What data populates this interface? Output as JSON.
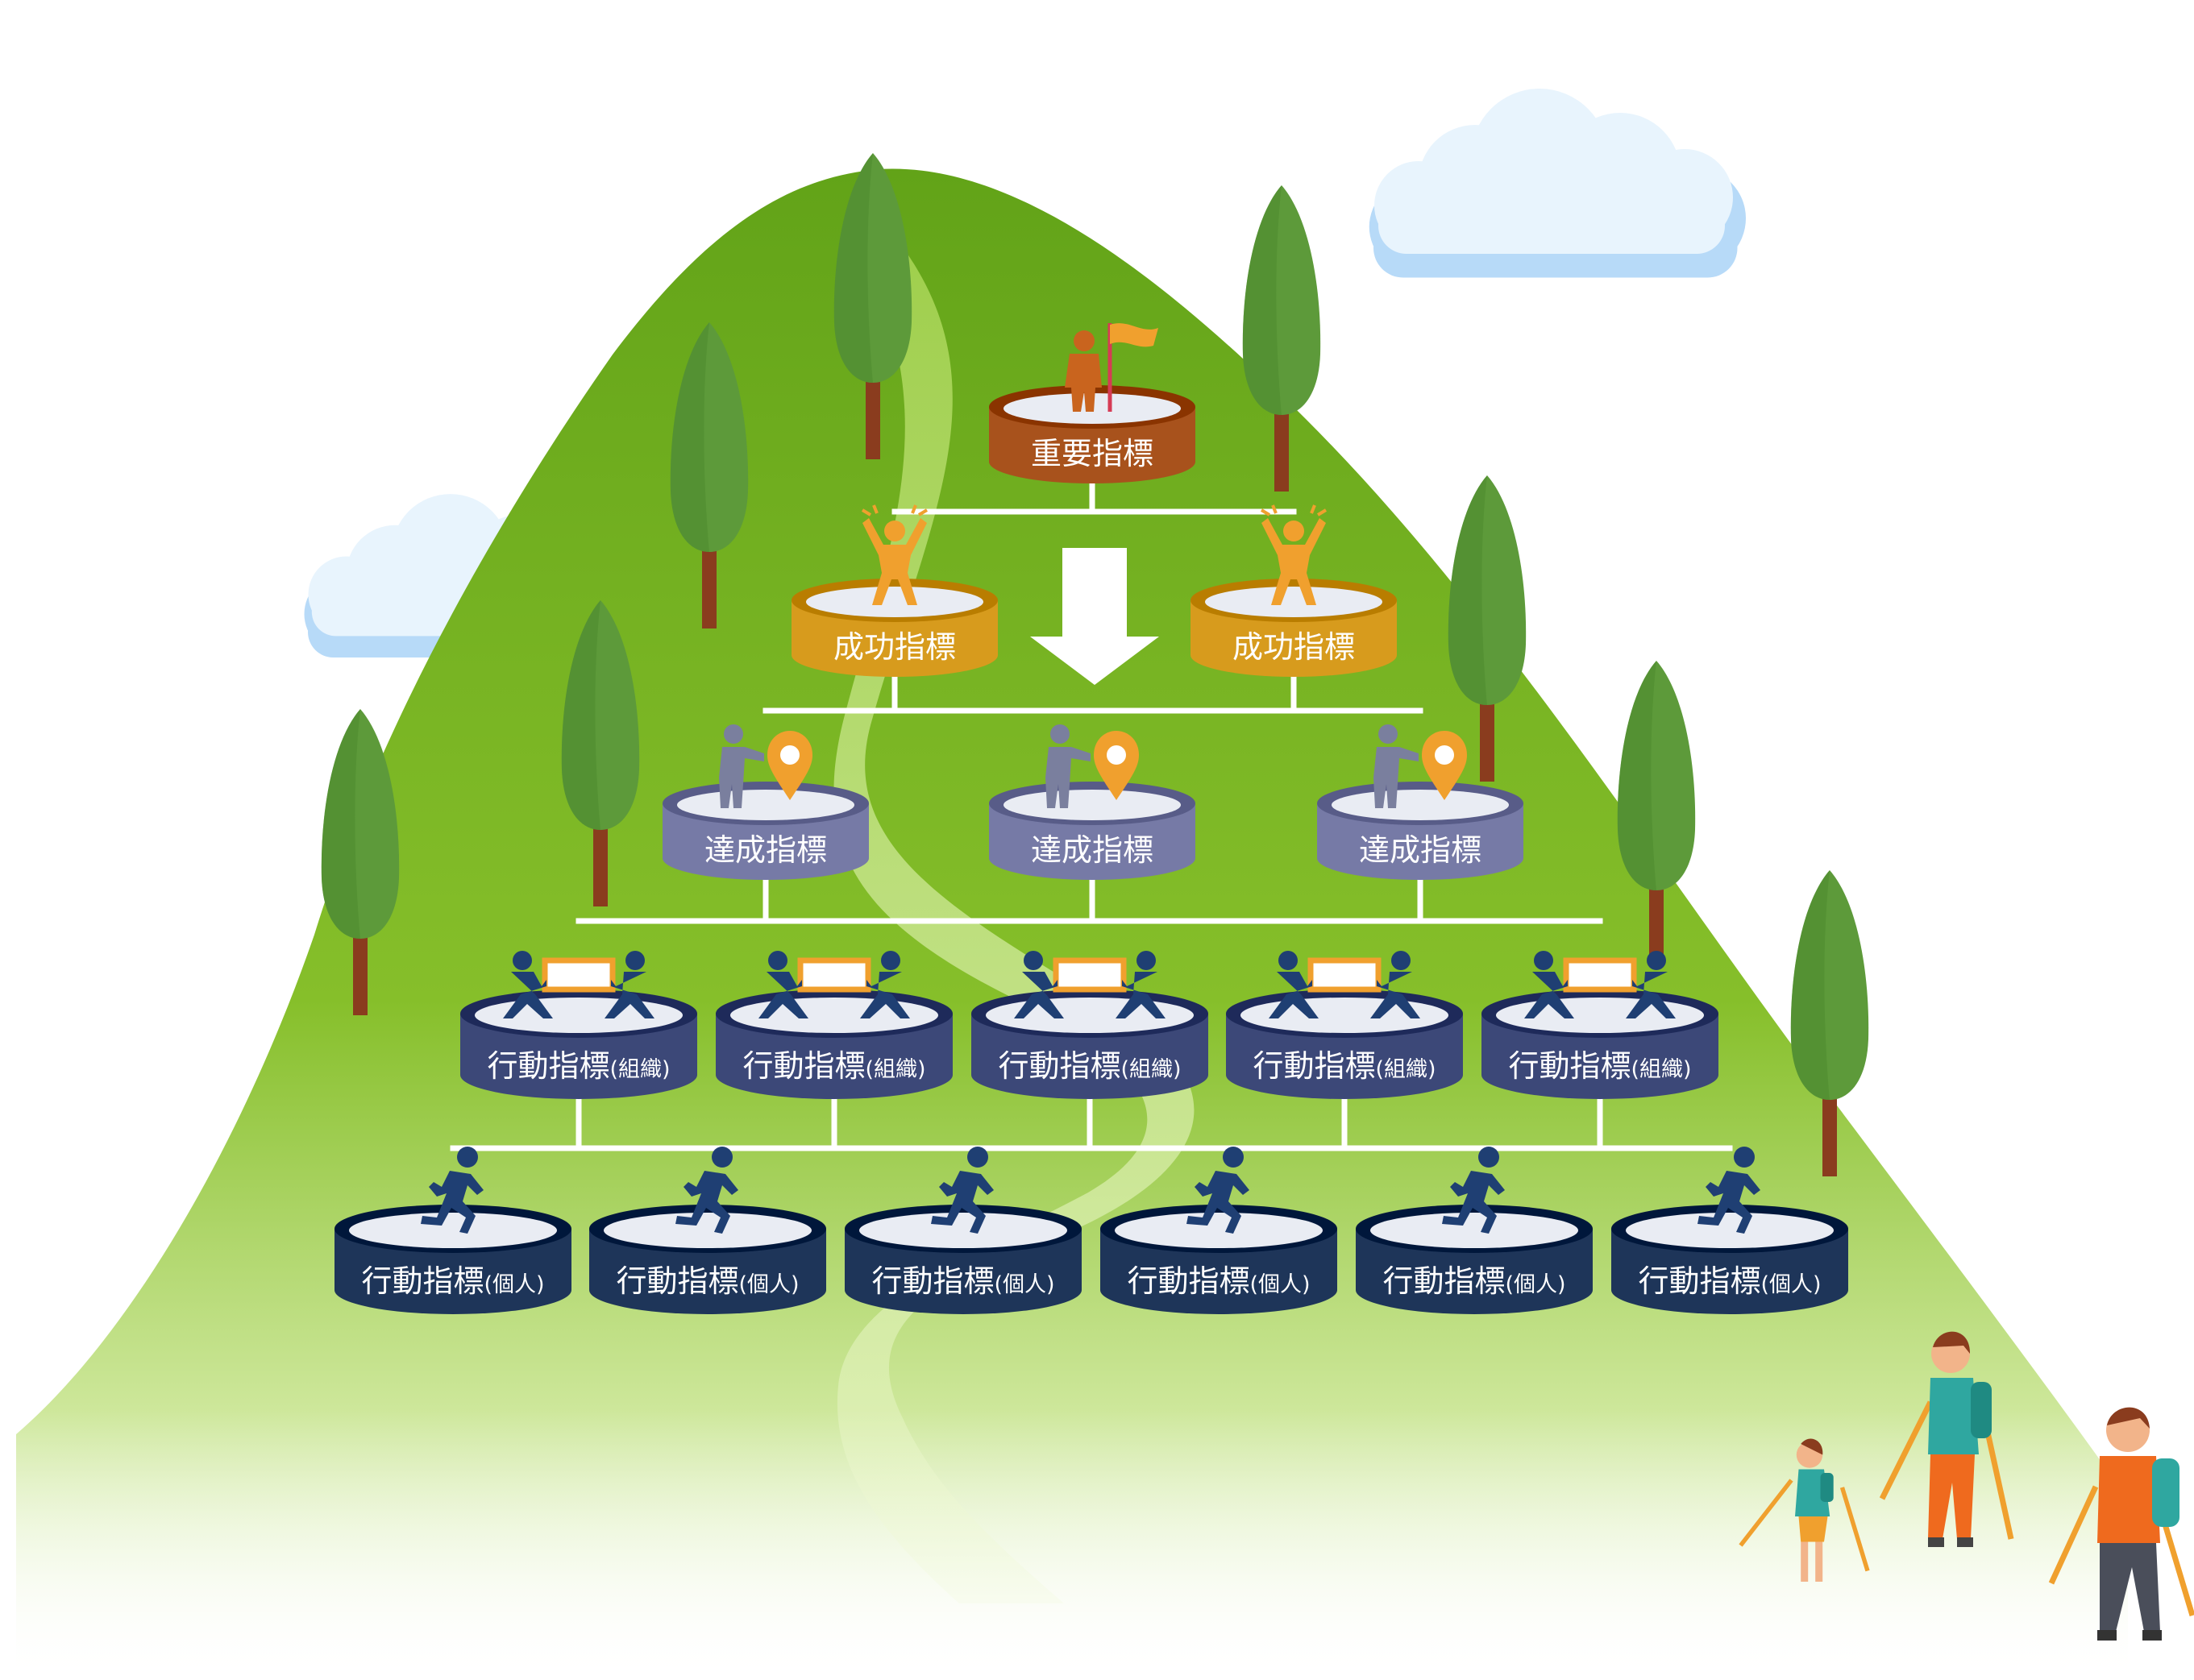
{
  "colors": {
    "mountain_top": "#6faa1f",
    "mountain_bottom": "#eef7d8",
    "path": "#b9dd6a",
    "tree_foliage": "#5d9a3a",
    "tree_trunk": "#8a3c1e",
    "cloud": "#e7f4fd",
    "connector": "#ffffff",
    "level1": "#a8521c",
    "level2": "#d79b1d",
    "level3": "#767aa6",
    "level4": "#3c4878",
    "level5": "#1e3559",
    "figure_orange": "#f0a02e",
    "figure_navy": "#1f3f73"
  },
  "levels": [
    {
      "id": "key",
      "label": "重要指標",
      "sub": "",
      "icon": "leader-with-flag-icon",
      "count": 1
    },
    {
      "id": "success",
      "label": "成功指標",
      "sub": "",
      "icon": "celebrating-person-icon",
      "count": 2
    },
    {
      "id": "achievement",
      "label": "達成指標",
      "sub": "",
      "icon": "person-with-location-pin-icon",
      "count": 3
    },
    {
      "id": "action-org",
      "label": "行動指標",
      "sub": "(組織)",
      "icon": "team-carrying-board-icon",
      "count": 5
    },
    {
      "id": "action-individual",
      "label": "行動指標",
      "sub": "(個人)",
      "icon": "running-person-icon",
      "count": 6
    }
  ],
  "decorations": {
    "arrow": "down-arrow-icon",
    "hikers": [
      "child-hiker-icon",
      "woman-hiker-icon",
      "man-hiker-icon"
    ]
  }
}
